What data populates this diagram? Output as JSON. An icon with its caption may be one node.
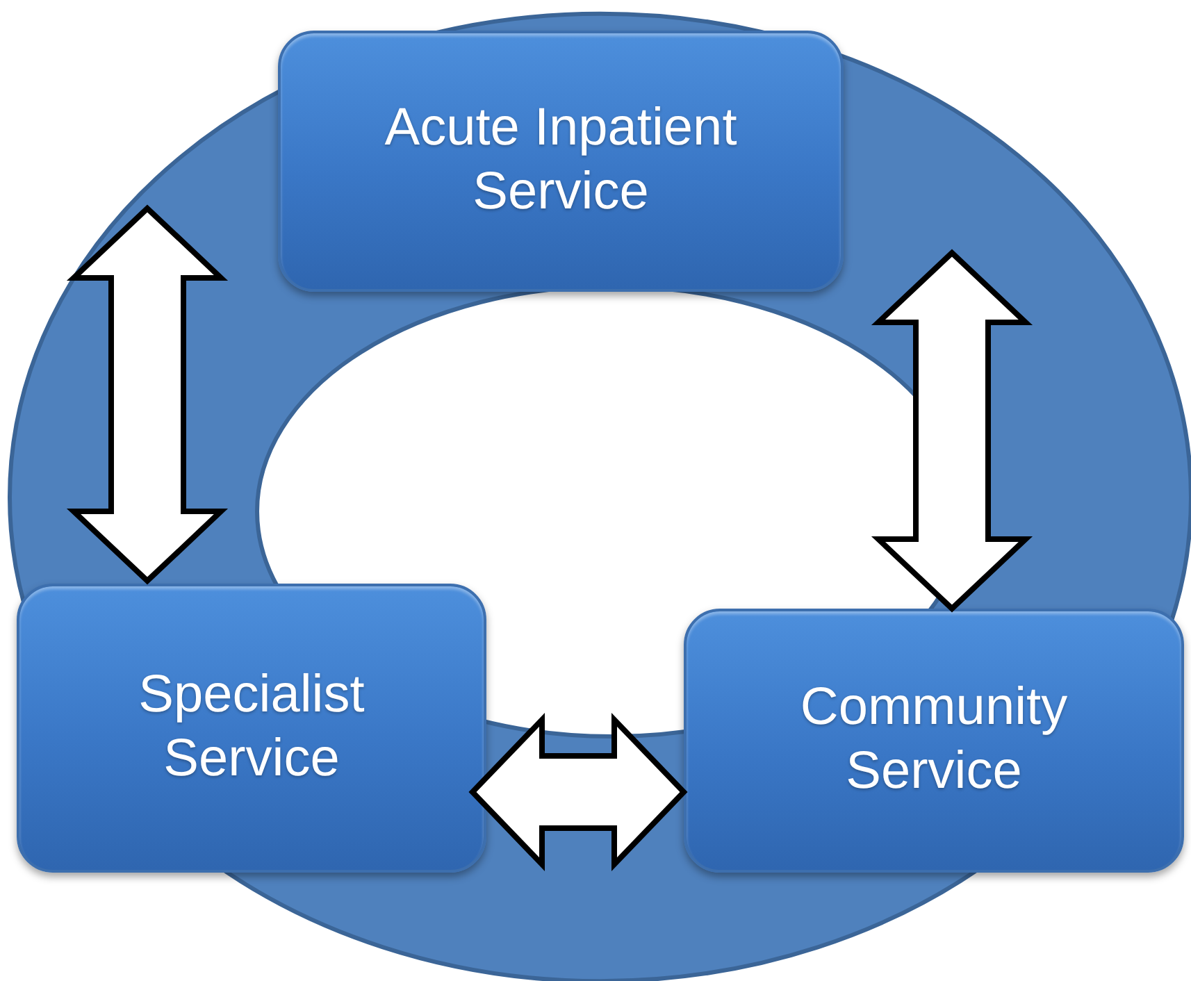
{
  "diagram": {
    "nodes": [
      {
        "text": [
          "Acute Inpatient Service"
        ]
      },
      {
        "text": [
          "Specialist Service"
        ]
      },
      {
        "text": [
          "Community Service"
        ]
      }
    ],
    "edges": [
      {
        "from": 0,
        "to": 1,
        "arrow": "both"
      },
      {
        "from": 0,
        "to": 2,
        "arrow": "both"
      },
      {
        "from": 1,
        "to": 2,
        "arrow": "both"
      }
    ]
  }
}
